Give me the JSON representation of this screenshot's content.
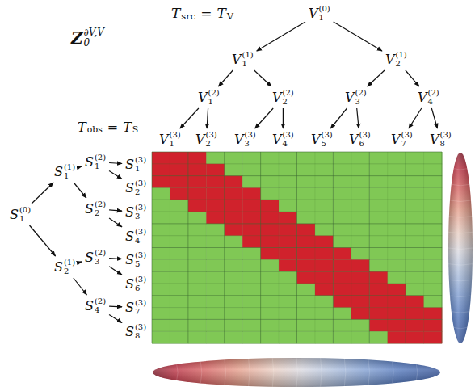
{
  "diagram": {
    "nodes": [
      {
        "text": [
          "V",
          "1",
          "(0)"
        ]
      },
      {
        "text": [
          "V",
          "1",
          "(1)"
        ]
      },
      {
        "text": [
          "V",
          "2",
          "(1)"
        ]
      },
      {
        "text": [
          "V",
          "1",
          "(2)"
        ]
      },
      {
        "text": [
          "V",
          "2",
          "(2)"
        ]
      },
      {
        "text": [
          "V",
          "3",
          "(2)"
        ]
      },
      {
        "text": [
          "V",
          "4",
          "(2)"
        ]
      },
      {
        "text": [
          "V",
          "1",
          "(3)"
        ]
      },
      {
        "text": [
          "V",
          "2",
          "(3)"
        ]
      },
      {
        "text": [
          "V",
          "3",
          "(3)"
        ]
      },
      {
        "text": [
          "V",
          "4",
          "(3)"
        ]
      },
      {
        "text": [
          "V",
          "5",
          "(3)"
        ]
      },
      {
        "text": [
          "V",
          "6",
          "(3)"
        ]
      },
      {
        "text": [
          "V",
          "7",
          "(3)"
        ]
      },
      {
        "text": [
          "V",
          "8",
          "(3)"
        ]
      },
      {
        "text": [
          "S",
          "1",
          "(0)"
        ]
      },
      {
        "text": [
          "S",
          "1",
          "(1)"
        ]
      },
      {
        "text": [
          "S",
          "2",
          "(1)"
        ]
      },
      {
        "text": [
          "S",
          "1",
          "(2)"
        ]
      },
      {
        "text": [
          "S",
          "2",
          "(2)"
        ]
      },
      {
        "text": [
          "S",
          "3",
          "(2)"
        ]
      },
      {
        "text": [
          "S",
          "4",
          "(2)"
        ]
      },
      {
        "text": [
          "S",
          "1",
          "(3)"
        ]
      },
      {
        "text": [
          "S",
          "2",
          "(3)"
        ]
      },
      {
        "text": [
          "S",
          "3",
          "(3)"
        ]
      },
      {
        "text": [
          "S",
          "4",
          "(3)"
        ]
      },
      {
        "text": [
          "S",
          "5",
          "(3)"
        ]
      },
      {
        "text": [
          "S",
          "6",
          "(3)"
        ]
      },
      {
        "text": [
          "S",
          "7",
          "(3)"
        ]
      },
      {
        "text": [
          "S",
          "8",
          "(3)"
        ]
      }
    ],
    "edges": [
      {
        "from": 0,
        "to": 1,
        "arrow": "to"
      },
      {
        "from": 0,
        "to": 2,
        "arrow": "to"
      },
      {
        "from": 1,
        "to": 3,
        "arrow": "to"
      },
      {
        "from": 1,
        "to": 4,
        "arrow": "to"
      },
      {
        "from": 2,
        "to": 5,
        "arrow": "to"
      },
      {
        "from": 2,
        "to": 6,
        "arrow": "to"
      },
      {
        "from": 3,
        "to": 7,
        "arrow": "to"
      },
      {
        "from": 3,
        "to": 8,
        "arrow": "to"
      },
      {
        "from": 4,
        "to": 9,
        "arrow": "to"
      },
      {
        "from": 4,
        "to": 10,
        "arrow": "to"
      },
      {
        "from": 5,
        "to": 11,
        "arrow": "to"
      },
      {
        "from": 5,
        "to": 12,
        "arrow": "to"
      },
      {
        "from": 6,
        "to": 13,
        "arrow": "to"
      },
      {
        "from": 6,
        "to": 14,
        "arrow": "to"
      },
      {
        "from": 15,
        "to": 16,
        "arrow": "to"
      },
      {
        "from": 15,
        "to": 17,
        "arrow": "to"
      },
      {
        "from": 16,
        "to": 18,
        "arrow": "to"
      },
      {
        "from": 16,
        "to": 19,
        "arrow": "to"
      },
      {
        "from": 17,
        "to": 20,
        "arrow": "to"
      },
      {
        "from": 17,
        "to": 21,
        "arrow": "to"
      },
      {
        "from": 18,
        "to": 22,
        "arrow": "to"
      },
      {
        "from": 18,
        "to": 23,
        "arrow": "to"
      },
      {
        "from": 19,
        "to": 24,
        "arrow": "to"
      },
      {
        "from": 19,
        "to": 25,
        "arrow": "to"
      },
      {
        "from": 20,
        "to": 26,
        "arrow": "to"
      },
      {
        "from": 20,
        "to": 27,
        "arrow": "to"
      },
      {
        "from": 21,
        "to": 28,
        "arrow": "to"
      },
      {
        "from": 21,
        "to": 29,
        "arrow": "to"
      }
    ],
    "labels": [
      "T",
      "src",
      "=",
      "T",
      "V",
      "Z",
      "∂V,V",
      "0",
      "T",
      "obs",
      "=",
      "T",
      "S"
    ]
  }
}
